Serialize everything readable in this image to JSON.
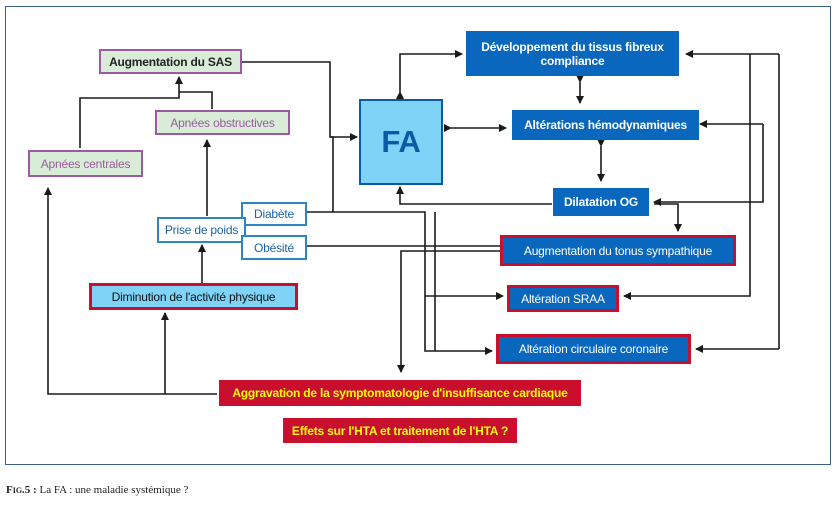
{
  "figure": {
    "nodes": {
      "sas": "Augmentation du SAS",
      "apnees_obstructives": "Apnées obstructives",
      "apnees_centrales": "Apnées centrales",
      "fa": "FA",
      "tissus_fibreux_line1": "Développement du tissus fibreux",
      "tissus_fibreux_line2": "compliance",
      "alterations_hemodynamiques": "Altérations hémodynamiques",
      "dilatation_og": "Dilatation OG",
      "diabete": "Diabète",
      "prise_de_poids": "Prise de poids",
      "obesite": "Obésité",
      "tonus_sympathique": "Augmentation du tonus sympathique",
      "activite_physique": "Diminution de l'activité physique",
      "sraa": "Altération SRAA",
      "circulaire_coronaire": "Altération circulaire coronaire",
      "insuffisance_cardiaque": "Aggravation de la symptomatologie d'insuffisance cardiaque",
      "hta": "Effets sur l'HTA et traitement de l'HTA ?"
    },
    "colors": {
      "dark_blue": "#0a67be",
      "light_blue": "#7fd3f6",
      "red": "#c8102e",
      "yellow_text": "#ffff00",
      "purple": "#9b5b9e",
      "light_green": "#d8ecd8",
      "frame": "#3a5e8c"
    }
  },
  "caption": {
    "label": "Fig.5 :",
    "text": "La FA : une maladie systémique ?"
  }
}
